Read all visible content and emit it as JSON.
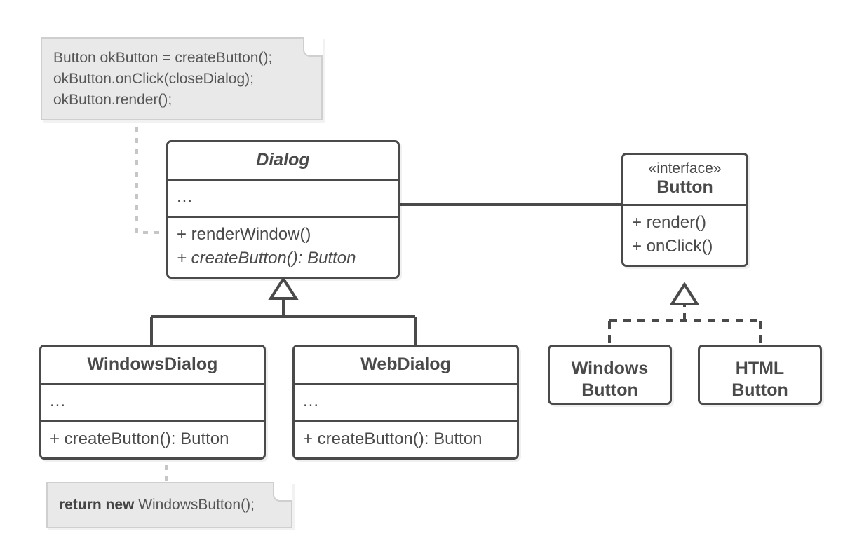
{
  "diagram": {
    "title": "Factory Method UML class diagram",
    "type": "uml-class-diagram",
    "colors": {
      "background": "#ffffff",
      "box_border": "#4a4a4a",
      "box_fill": "#ffffff",
      "text": "#4a4a4a",
      "note_fill": "#e9e9e9",
      "note_border": "#cfcfcf",
      "note_text": "#555555",
      "edge": "#4a4a4a",
      "note_link": "#c6c6c6"
    }
  },
  "classes": {
    "dialog": {
      "name": "Dialog",
      "abstract": true,
      "attributes": [
        "..."
      ],
      "methods": [
        {
          "text": "+ renderWindow()",
          "abstract": false
        },
        {
          "text": "+ createButton(): Button",
          "abstract": true
        }
      ]
    },
    "button": {
      "stereotype": "«interface»",
      "name": "Button",
      "abstract": false,
      "methods": [
        {
          "text": "+ render()",
          "abstract": false
        },
        {
          "text": "+ onClick()",
          "abstract": false
        }
      ]
    },
    "windows_dialog": {
      "name": "WindowsDialog",
      "abstract": false,
      "attributes": [
        "..."
      ],
      "methods": [
        {
          "text": "+ createButton(): Button",
          "abstract": false
        }
      ]
    },
    "web_dialog": {
      "name": "WebDialog",
      "abstract": false,
      "attributes": [
        "..."
      ],
      "methods": [
        {
          "text": "+ createButton(): Button",
          "abstract": false
        }
      ]
    },
    "windows_button": {
      "name_line1": "Windows",
      "name_line2": "Button"
    },
    "html_button": {
      "name_line1": "HTML",
      "name_line2": "Button"
    }
  },
  "notes": {
    "client_code": {
      "lines": [
        "Button okButton = createButton();",
        "okButton.onClick(closeDialog);",
        "okButton.render();"
      ]
    },
    "factory_body": {
      "keyword": "return new",
      "rest": " WindowsButton();"
    }
  },
  "relations": [
    {
      "from": "Dialog",
      "to": "Button",
      "type": "association",
      "arrow": "open"
    },
    {
      "from": "WindowsDialog",
      "to": "Dialog",
      "type": "generalization",
      "arrow": "hollow-triangle"
    },
    {
      "from": "WebDialog",
      "to": "Dialog",
      "type": "generalization",
      "arrow": "hollow-triangle"
    },
    {
      "from": "WindowsButton",
      "to": "Button",
      "type": "realization",
      "arrow": "hollow-triangle-dashed"
    },
    {
      "from": "HTMLButton",
      "to": "Button",
      "type": "realization",
      "arrow": "hollow-triangle-dashed"
    },
    {
      "from": "note:client_code",
      "to": "Dialog",
      "type": "note-link"
    },
    {
      "from": "note:factory_body",
      "to": "WindowsDialog",
      "type": "note-link"
    }
  ]
}
